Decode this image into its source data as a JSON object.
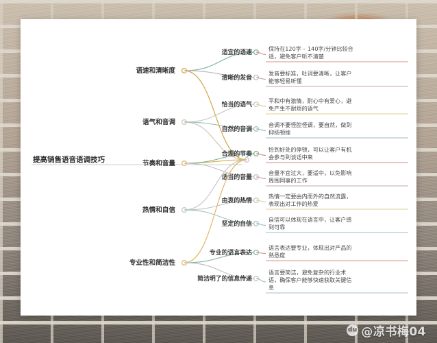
{
  "watermark": {
    "logo_label": "du",
    "text": "@凉书梅04"
  },
  "mindmap": {
    "root": {
      "label": "提高销售语音语调技巧"
    },
    "branches": [
      {
        "label": "语速和清晰度",
        "color": "#d6a13f",
        "leaves": [
          {
            "label": "适宜的语速",
            "color": "#7fb39a",
            "desc_color": "#d98f80",
            "desc_lines": [
              "保持在120字 – 140字/分钟比较合",
              "适，避免客户听不清楚"
            ]
          },
          {
            "label": "清晰的发音",
            "color": "#b9b9bd",
            "desc_color": "#c4a2a6",
            "desc_lines": [
              "发音要标准，吐词要清晰，让客户",
              "能够轻易听懂"
            ]
          }
        ]
      },
      {
        "label": "语气和音调",
        "color": "#cfc6b4",
        "leaves": [
          {
            "label": "恰当的语气",
            "color": "#c9c9cd",
            "desc_color": "#e0cf8e",
            "desc_lines": [
              "平和中有激情，耐心中有爱心，避",
              "免产生不耐烦的语气"
            ]
          },
          {
            "label": "自然的音调",
            "color": "#9dc3bb",
            "desc_color": "#9bb8c4",
            "desc_lines": [
              "音调不要怪腔怪调，要自然，做到",
              "抑扬顿挫"
            ]
          }
        ]
      },
      {
        "label": "节奏和音量",
        "color": "#e3b455",
        "leaves": [
          {
            "label": "合理的节奏",
            "color": "#7cae92",
            "desc_color": "#cc8f86",
            "desc_lines": [
              "恰到好处的停顿，可以让客户有机",
              "会参与到谈话中来"
            ]
          },
          {
            "label": "适当的音量",
            "color": "#bfbfc4",
            "desc_color": "#c9a7ab",
            "desc_lines": [
              "音量不宜过大，要适中，以免影响",
              "周围同事的工作"
            ]
          }
        ]
      },
      {
        "label": "热情和自信",
        "color": "#c9c3c9",
        "leaves": [
          {
            "label": "由衷的热情",
            "color": "#c3c3c7",
            "desc_color": "#d8d2a0",
            "desc_lines": [
              "热情一定要由内而外的自然流露，",
              "表现出对工作的热爱"
            ]
          },
          {
            "label": "坚定的自信",
            "color": "#9ec6bd",
            "desc_color": "#a3bcc8",
            "desc_lines": [
              "自信可以体现在语言中，让客户感",
              "到可靠"
            ]
          }
        ]
      },
      {
        "label": "专业性和简洁性",
        "color": "#e0b45c",
        "leaves": [
          {
            "label": "专业的语言表达",
            "color": "#84b49b",
            "desc_color": "#d99686",
            "desc_lines": [
              "语言表达要专业，体现出对产品的",
              "熟悉度"
            ]
          },
          {
            "label": "简洁明了的信息传递",
            "color": "#c0c0c5",
            "desc_color": "#aabfcb",
            "desc_lines": [
              "语言要简洁，避免复杂的行业术",
              "语，确保客户能够快速获取关键信",
              "息"
            ]
          }
        ]
      }
    ]
  }
}
